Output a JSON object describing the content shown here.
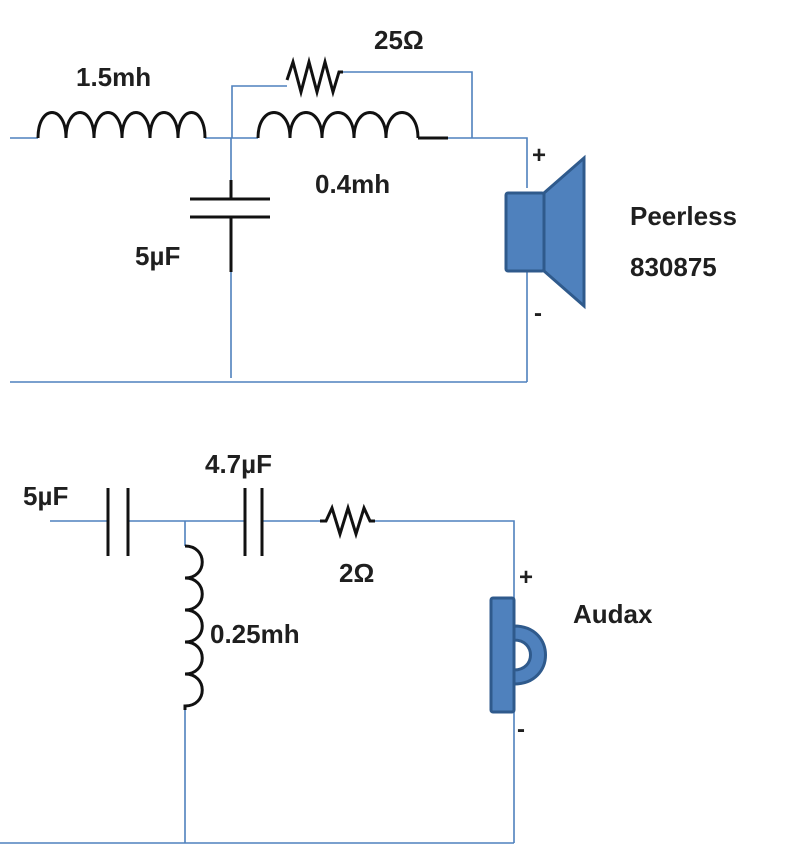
{
  "colors": {
    "wire": "#4f81bd",
    "component": "#111111",
    "speaker_fill": "#4f81bd",
    "speaker_stroke": "#2f5a8c",
    "label": "#1f1f1f"
  },
  "woofer_circuit": {
    "inductor_series_label": "1.5mh",
    "resistor_label": "25Ω",
    "inductor_parallel_label": "0.4mh",
    "capacitor_label": "5µF",
    "speaker": {
      "name_line1": "Peerless",
      "name_line2": "830875",
      "plus": "+",
      "minus": "-",
      "icon": "cone-speaker-icon"
    }
  },
  "tweeter_circuit": {
    "capacitor1_label": "5µF",
    "capacitor2_label": "4.7µF",
    "resistor_label": "2Ω",
    "inductor_label": "0.25mh",
    "speaker": {
      "name": "Audax",
      "plus": "+",
      "minus": "-",
      "icon": "dome-tweeter-icon"
    }
  }
}
